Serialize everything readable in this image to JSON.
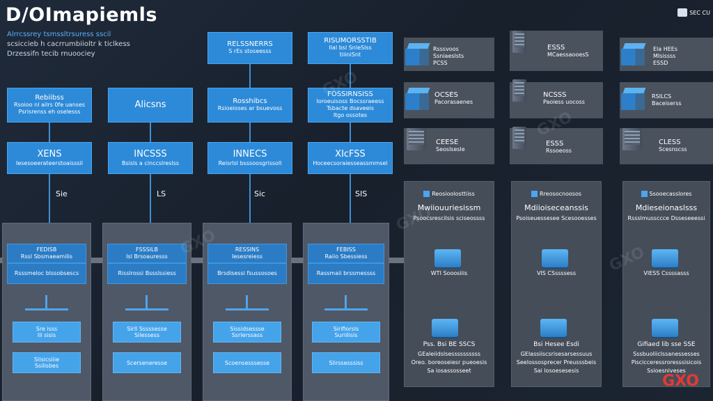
{
  "header": {
    "title": "D/OImapiemls",
    "subtitle_lines": [
      "Alrrcssrey tsmssltrsuress sscil",
      "scsiccieb h cacrrumbiioltr k ticlkess",
      "Drzessifn tecib rnuoociey"
    ],
    "logo_text": "SEC CU"
  },
  "top_boxes": [
    {
      "l1": "RELSSNERRS",
      "l2": "S rEs stoseesss"
    },
    {
      "l1": "RISUMORSSTIB",
      "l2": "IIal bsl SnleSlss",
      "l3": "tiiiniSnt"
    }
  ],
  "row2_boxes": [
    {
      "l1": "Rebiibss",
      "l2": "Rsoioo nl ailrs 0fe uanses",
      "l3": "Psrisrenss eh oselesss"
    },
    {
      "l1": "Alicsns"
    },
    {
      "l1": "Rosshibcs",
      "l2": "Rsioeioses ar bsuevoss"
    },
    {
      "l1": "FOSSIRNSISS",
      "l2": "Ioroeuisoss Bocssraeess",
      "l3": "Tsbacte dsaveeis",
      "l4": "Itgo ossotes"
    }
  ],
  "row3_boxes": [
    {
      "big": "XENS",
      "small": "Iesesoeerateerstoaisssil"
    },
    {
      "big": "INCSSS",
      "small": "Bsisls a cinccslreslss"
    },
    {
      "big": "INNECS",
      "small": "Reisrlsl bsssoosgrissoll"
    },
    {
      "big": "XIcFSS",
      "small": "Hoceecsoraiesseassmmsel"
    }
  ],
  "mid_labels": [
    "Sie",
    "LS",
    "Sic",
    "SIS"
  ],
  "columns": [
    {
      "h1": "FEDISB",
      "h2": "Rssl Sbsmaeamilis",
      "h3": "Rsssmeloc blssobsescs",
      "s1": "Sre isss",
      "s2": "Iii sisis",
      "s3": "Slisicsiiie",
      "s4": "Ssilisbes"
    },
    {
      "h1": "FSSSILB",
      "h2": "Isl Brsoauresss",
      "h3": "Risslrossi Bssslssiess",
      "s1": "Sirll Sssssesse",
      "s2": "Silessess",
      "s3": "Scerseneresse"
    },
    {
      "h1": "RESSINS",
      "h2": "Iesesreiess",
      "h3": "Brsdisessi fsussosoes",
      "s1": "Sissidsessse",
      "s2": "Ssrlerssass",
      "s3": "Scoensesssesse"
    },
    {
      "h1": "FEBISS",
      "h2": "Raiio Sbessiess",
      "h3": "Rassmaii brssmessss",
      "s1": "Sirifiorsls",
      "s2": "Suriilisis",
      "s3": "Slirssesssiss"
    }
  ],
  "servers": [
    {
      "t": "ESSS",
      "s1": "MCaessaooesS"
    },
    {
      "t": "NCSSS",
      "s1": "Paoiess uocoss"
    },
    {
      "t": "ESSS",
      "s1": "Rssoeoss"
    }
  ],
  "racks": [
    {
      "l1": "Rsssvoos",
      "l2": "Ssniaeslsts",
      "l3": "PCSS"
    },
    {
      "l1": "OCSES",
      "l2": "Pacorasaenes"
    },
    {
      "l1": "CEESE",
      "l2": "Seoslsesle"
    }
  ],
  "racks_right": [
    {
      "l1": "Ela HEEs",
      "l2": "MIsissss",
      "l3": "ESSD"
    },
    {
      "l1": "RSILCS",
      "l2": "Baceiserss"
    },
    {
      "l1": "CLESS",
      "l2": "Scesnscss"
    }
  ],
  "bottom_panels": [
    {
      "head": "Reosioolosttiiss",
      "title": "Mwiiouuriesissm",
      "line": "Psoocsrescilsis sciseossss",
      "mid": "WTI Sooosiiis",
      "big": "Pss. Bsi BE SSCS",
      "b1": "GEaleiidslsessssssssss",
      "b2": "Oreo. boreoseiesr pueoesis",
      "b3": "Sa iosassosseet"
    },
    {
      "head": "Rreosocnoosos",
      "title": "Mdiioiseceanssis",
      "line": "Psoiseuessesee Scesooesses",
      "mid": "VIS CSssssess",
      "big": "Bsi Hesee Esdi",
      "b1": "GElassiiscsrisesarsessuus",
      "b2": "Seelossosprecer Preusssbeis",
      "b3": "Sai losoesesesis"
    },
    {
      "head": "Ssooecasslores",
      "title": "Mdieseionaslsss",
      "line": "Rssslmussccce Dsseseeessi",
      "mid": "VIESS Cssssasss",
      "big": "Gifiaed lib sse SSE",
      "b1": "Sssbuoliiclssanessesses",
      "b2": "Piscicceressroresssisicois",
      "b3": "Ssioesniveses"
    }
  ],
  "watermarks": [
    "GXO",
    "GXO",
    "GXO",
    "GXO",
    "GXO"
  ],
  "brand": "GXO"
}
